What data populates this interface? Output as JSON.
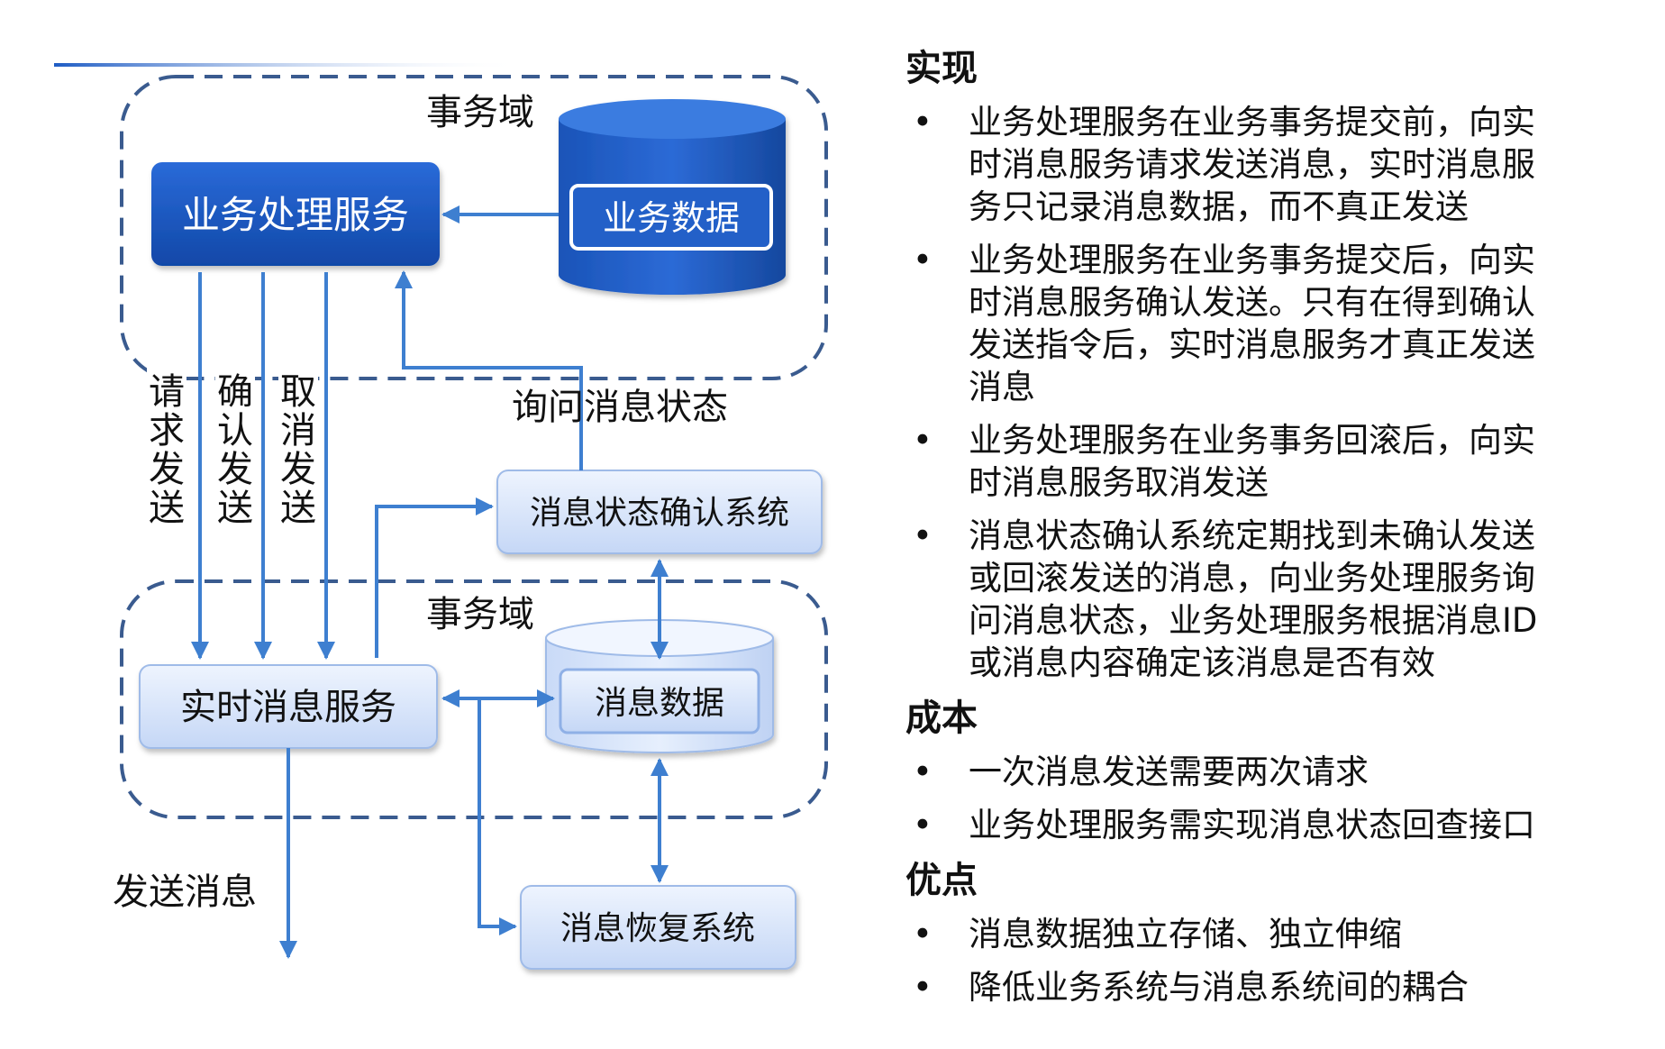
{
  "diagram": {
    "top_domain_label": "事务域",
    "bottom_domain_label": "事务域",
    "business_service": "业务处理服务",
    "business_data": "业务数据",
    "realtime_service": "实时消息服务",
    "message_data": "消息数据",
    "status_confirm_system": "消息状态确认系统",
    "recovery_system": "消息恢复系统",
    "query_status_label": "询问消息状态",
    "send_message_label": "发送消息",
    "vertical_labels": [
      "请求发送",
      "确认发送",
      "取消发送"
    ]
  },
  "panel": {
    "sections": [
      {
        "heading": "实现",
        "bullets": [
          [
            "业务处理服务在业务事务提交前，向实",
            "时消息服务请求发送消息，实时消息服",
            "务只记录消息数据，而不真正发送"
          ],
          [
            "业务处理服务在业务事务提交后，向实",
            "时消息服务确认发送。只有在得到确认",
            "发送指令后，实时消息服务才真正发送",
            "消息"
          ],
          [
            "业务处理服务在业务事务回滚后，向实",
            "时消息服务取消发送"
          ],
          [
            "消息状态确认系统定期找到未确认发送",
            "或回滚发送的消息，向业务处理服务询",
            "问消息状态，业务处理服务根据消息ID",
            "或消息内容确定该消息是否有效"
          ]
        ]
      },
      {
        "heading": "成本",
        "bullets": [
          [
            "一次消息发送需要两次请求"
          ],
          [
            "业务处理服务需实现消息状态回查接口"
          ]
        ]
      },
      {
        "heading": "优点",
        "bullets": [
          [
            "消息数据独立存储、独立伸缩"
          ],
          [
            "降低业务系统与消息系统间的耦合"
          ]
        ]
      }
    ]
  },
  "colors": {
    "dark_blue": "#1e5cc4",
    "light_box": "#d7e4fb",
    "arrow": "#3e7fd0",
    "dash": "#3a5b8f"
  }
}
